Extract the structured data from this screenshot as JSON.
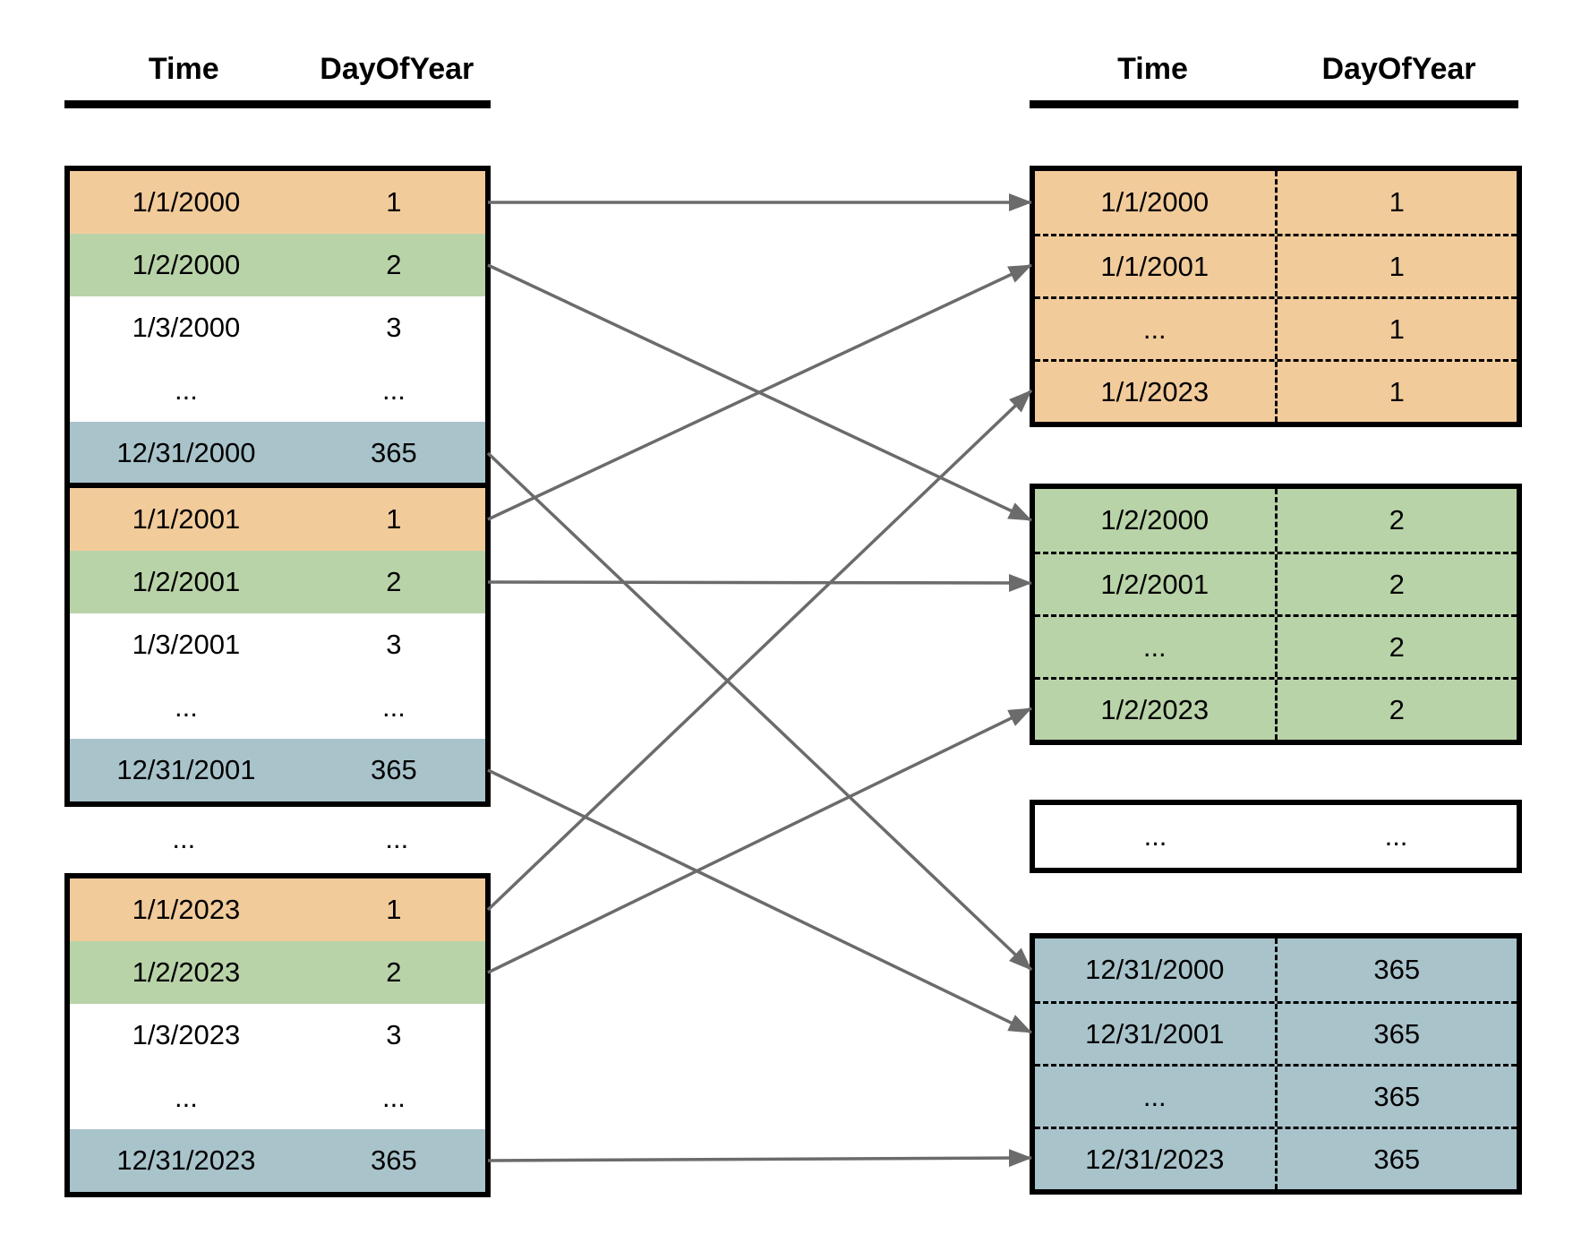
{
  "diagram": {
    "left": {
      "header": {
        "time": "Time",
        "day": "DayOfYear"
      },
      "tables": [
        {
          "year": "2000",
          "rows": [
            {
              "time": "1/1/2000",
              "day": "1"
            },
            {
              "time": "1/2/2000",
              "day": "2"
            },
            {
              "time": "1/3/2000",
              "day": "3"
            },
            {
              "time": "...",
              "day": "..."
            },
            {
              "time": "12/31/2000",
              "day": "365"
            }
          ]
        },
        {
          "year": "2001",
          "rows": [
            {
              "time": "1/1/2001",
              "day": "1"
            },
            {
              "time": "1/2/2001",
              "day": "2"
            },
            {
              "time": "1/3/2001",
              "day": "3"
            },
            {
              "time": "...",
              "day": "..."
            },
            {
              "time": "12/31/2001",
              "day": "365"
            }
          ]
        },
        {
          "year": "2023",
          "rows": [
            {
              "time": "1/1/2023",
              "day": "1"
            },
            {
              "time": "1/2/2023",
              "day": "2"
            },
            {
              "time": "1/3/2023",
              "day": "3"
            },
            {
              "time": "...",
              "day": "..."
            },
            {
              "time": "12/31/2023",
              "day": "365"
            }
          ]
        }
      ],
      "gap_row": {
        "time": "...",
        "day": "..."
      }
    },
    "right": {
      "header": {
        "time": "Time",
        "day": "DayOfYear"
      },
      "tables": [
        {
          "group": "day-1",
          "rows": [
            {
              "time": "1/1/2000",
              "day": "1"
            },
            {
              "time": "1/1/2001",
              "day": "1"
            },
            {
              "time": "...",
              "day": "1"
            },
            {
              "time": "1/1/2023",
              "day": "1"
            }
          ]
        },
        {
          "group": "day-2",
          "rows": [
            {
              "time": "1/2/2000",
              "day": "2"
            },
            {
              "time": "1/2/2001",
              "day": "2"
            },
            {
              "time": "...",
              "day": "2"
            },
            {
              "time": "1/2/2023",
              "day": "2"
            }
          ]
        },
        {
          "group": "ellipsis",
          "rows": [
            {
              "time": "...",
              "day": "..."
            }
          ]
        },
        {
          "group": "day-365",
          "rows": [
            {
              "time": "12/31/2000",
              "day": "365"
            },
            {
              "time": "12/31/2001",
              "day": "365"
            },
            {
              "time": "...",
              "day": "365"
            },
            {
              "time": "12/31/2023",
              "day": "365"
            }
          ]
        }
      ]
    },
    "arrows": [
      {
        "from": "L2000-0",
        "to": "R0-0"
      },
      {
        "from": "L2000-1",
        "to": "R1-0"
      },
      {
        "from": "L2000-4",
        "to": "R3-0"
      },
      {
        "from": "L2001-0",
        "to": "R0-1"
      },
      {
        "from": "L2001-1",
        "to": "R1-1"
      },
      {
        "from": "L2001-4",
        "to": "R3-1"
      },
      {
        "from": "L2023-0",
        "to": "R0-3"
      },
      {
        "from": "L2023-1",
        "to": "R1-3"
      },
      {
        "from": "L2023-4",
        "to": "R3-3"
      }
    ],
    "colors": {
      "orange": "#F2CB9B",
      "green": "#B9D3A8",
      "blue": "#A9C3CB",
      "white": "#FFFFFF",
      "arrow": "#6B6B6B",
      "border": "#000000"
    }
  }
}
